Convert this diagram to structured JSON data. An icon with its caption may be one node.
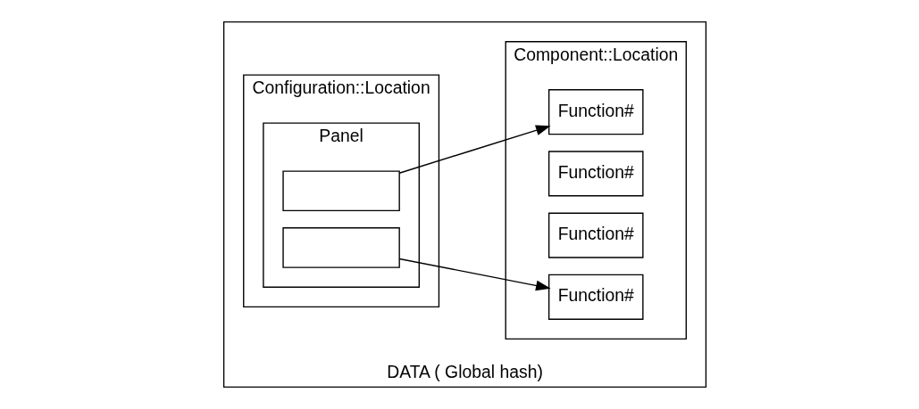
{
  "diagram": {
    "nodes": [
      {
        "text": [
          "DATA ( Global hash)"
        ]
      },
      {
        "text": [
          "Configuration::Location"
        ],
        "in": 0
      },
      {
        "text": [
          "Panel"
        ],
        "in": 1
      },
      {
        "text": [],
        "shape": "box",
        "in": 2
      },
      {
        "text": [],
        "shape": "box",
        "in": 2
      },
      {
        "text": [
          "Component::Location"
        ],
        "in": 0
      },
      {
        "text": [
          "Function#"
        ],
        "in": 5
      },
      {
        "text": [
          "Function#"
        ],
        "in": 5
      },
      {
        "text": [
          "Function#"
        ],
        "in": 5
      },
      {
        "text": [
          "Function#"
        ],
        "in": 5
      }
    ],
    "edges": [
      {
        "from": 3,
        "to": 6,
        "arrow": "to"
      },
      {
        "from": 4,
        "to": 9,
        "arrow": "to"
      }
    ]
  }
}
